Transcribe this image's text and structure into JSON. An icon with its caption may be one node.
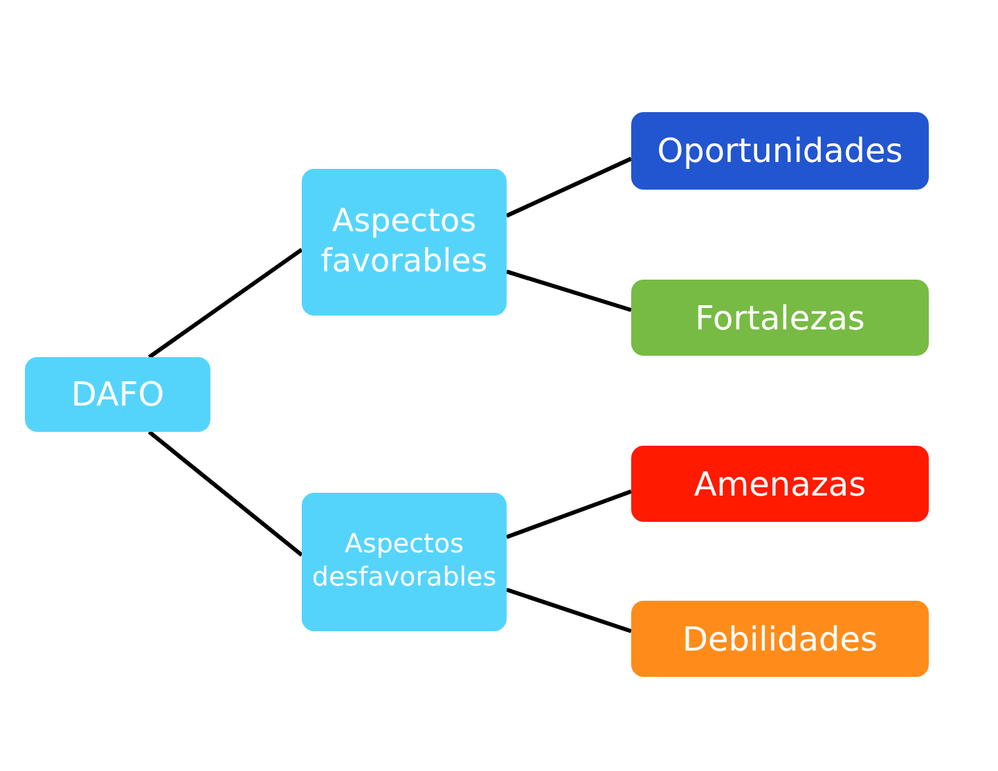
{
  "diagram": {
    "nodes": [
      {
        "text": [
          "DAFO"
        ]
      },
      {
        "text": [
          "Aspectos favorables"
        ]
      },
      {
        "text": [
          "Aspectos desfavorables"
        ]
      },
      {
        "text": [
          "Oportunidades"
        ]
      },
      {
        "text": [
          "Fortalezas"
        ]
      },
      {
        "text": [
          "Amenazas"
        ]
      },
      {
        "text": [
          "Debilidades"
        ]
      }
    ],
    "edges": [
      {
        "from": 0,
        "to": 1,
        "arrow": "none"
      },
      {
        "from": 0,
        "to": 2,
        "arrow": "none"
      },
      {
        "from": 1,
        "to": 3,
        "arrow": "none"
      },
      {
        "from": 1,
        "to": 4,
        "arrow": "none"
      },
      {
        "from": 2,
        "to": 5,
        "arrow": "none"
      },
      {
        "from": 2,
        "to": 6,
        "arrow": "none"
      }
    ]
  }
}
